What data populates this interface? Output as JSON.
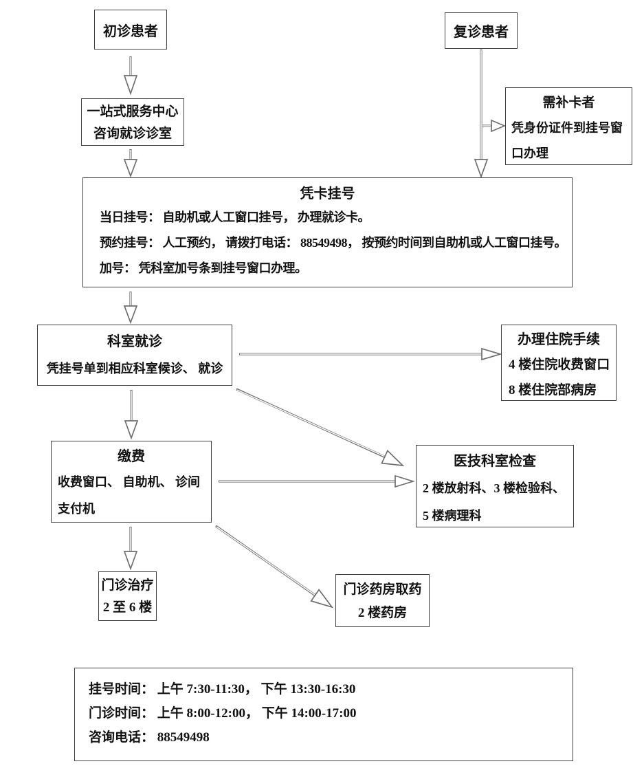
{
  "appearance": {
    "background": "#ffffff",
    "box_border_color": "#3f3f3f",
    "arrow_color": "#6e6e6e",
    "text_color": "#111111"
  },
  "nodes": {
    "firstVisit": {
      "title": "初诊患者"
    },
    "returnVisit": {
      "title": "复诊患者"
    },
    "serviceCenter": {
      "lines": [
        "一站式服务中心",
        "咨询就诊诊室"
      ]
    },
    "cardReplacement": {
      "title": "需补卡者",
      "body": "凭身份证件到挂号窗口办理"
    },
    "register": {
      "title": "凭卡挂号",
      "lines": [
        "当日挂号： 自助机或人工窗口挂号， 办理就诊卡。",
        "预约挂号： 人工预约， 请拨打电话： 88549498， 按预约时间到自助机或人工窗口挂号。",
        "加号： 凭科室加号条到挂号窗口办理。"
      ]
    },
    "departmentVisit": {
      "title": "科室就诊",
      "body": "凭挂号单到相应科室候诊、 就诊"
    },
    "hospitalization": {
      "title": "办理住院手续",
      "lines": [
        "4 楼住院收费窗口",
        "8 楼住院部病房"
      ]
    },
    "payment": {
      "title": "缴费",
      "lines": [
        "收费窗口、 自助机、 诊间",
        "支付机"
      ]
    },
    "medicalExam": {
      "title": "医技科室检查",
      "lines": [
        "2 楼放射科、3 楼检验科、",
        "5 楼病理科"
      ]
    },
    "outpatientTreatment": {
      "lines": [
        "门诊治疗",
        "2 至 6 楼"
      ]
    },
    "pharmacy": {
      "lines": [
        "门诊药房取药",
        "2 楼药房"
      ]
    },
    "info": {
      "lines": [
        "挂号时间： 上午 7:30-11:30， 下午 13:30-16:30",
        "门诊时间： 上午 8:00-12:00， 下午 14:00-17:00",
        "咨询电话： 88549498"
      ]
    }
  }
}
